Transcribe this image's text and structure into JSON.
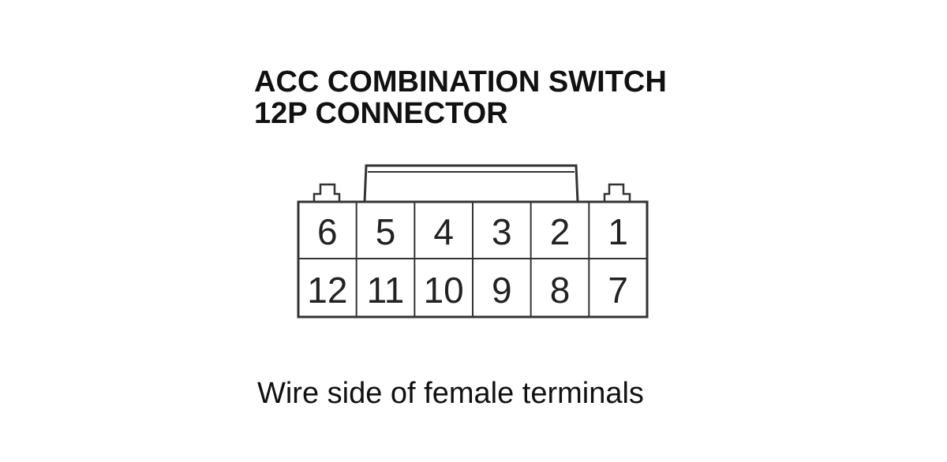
{
  "title": {
    "line1": "ACC COMBINATION SWITCH",
    "line2": "12P CONNECTOR"
  },
  "connector": {
    "top_row": [
      "6",
      "5",
      "4",
      "3",
      "2",
      "1"
    ],
    "bottom_row": [
      "12",
      "11",
      "10",
      "9",
      "8",
      "7"
    ]
  },
  "caption": "Wire side of female terminals",
  "colors": {
    "outline": "#333333",
    "text": "#111111",
    "background": "#ffffff"
  }
}
